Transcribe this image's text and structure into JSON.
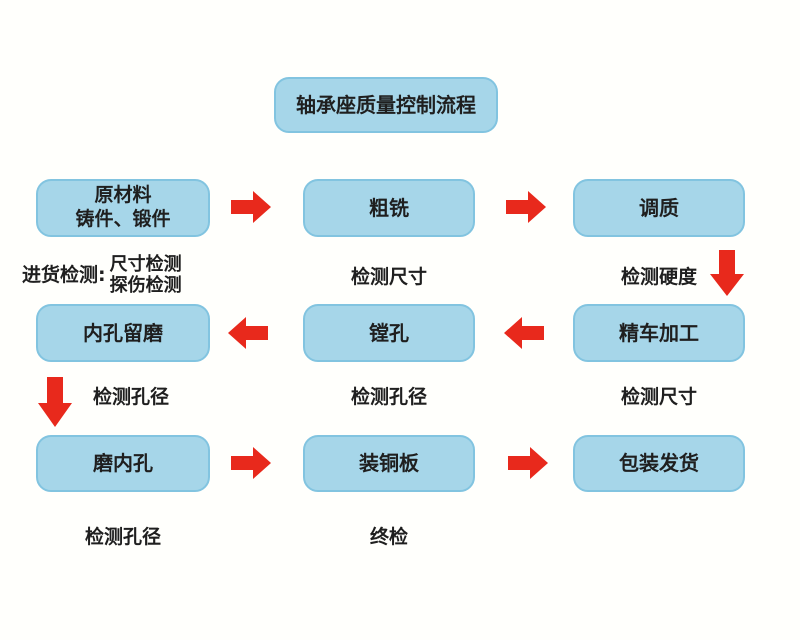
{
  "page": {
    "title": "轴承座质量控制流程"
  },
  "colors": {
    "background": "#fffffc",
    "text": "#1f1f1f",
    "box_fill": "#a6d6e9",
    "box_border": "#82c4e0",
    "arrow_red": "#e8291c"
  },
  "nodes": {
    "raw_material_line1": "原材料",
    "raw_material_line2": "铸件、锻件",
    "rough_milling": "粗铣",
    "quench_temper": "调质",
    "bore_grind_allowance": "内孔留磨",
    "boring": "镗孔",
    "fine_turning": "精车加工",
    "grind_inner_hole": "磨内孔",
    "fit_copper_plate": "装铜板",
    "pack_ship": "包装发货"
  },
  "captions": {
    "incoming_label": "进货检测:",
    "incoming_item1": "尺寸检测",
    "incoming_item2": "探伤检测",
    "check_size_rough_milling": "检测尺寸",
    "check_hardness": "检测硬度",
    "check_bore_boring": "检测孔径",
    "check_size_fine_turning": "检测尺寸",
    "check_bore_allowance": "检测孔径",
    "check_bore_grind": "检测孔径",
    "final_inspection": "终检"
  }
}
